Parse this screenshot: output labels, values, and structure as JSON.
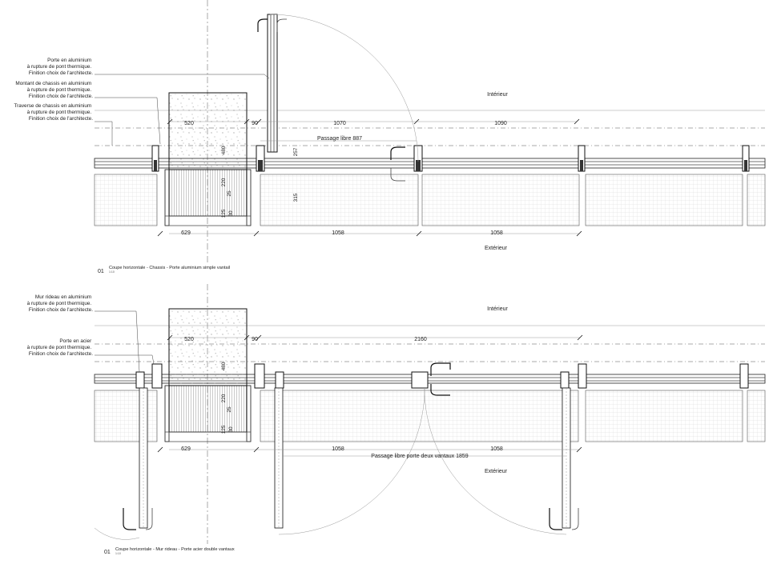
{
  "plan1": {
    "labels": {
      "door": [
        "Porte en aluminium",
        "à rupture de pont thermique.",
        "Finition choix de l'architecte."
      ],
      "mullion": [
        "Montant de chassis en aluminium",
        "à rupture de pont thermique.",
        "Finition choix de l'architecte."
      ],
      "transom": [
        "Traverse de chassis en aluminium",
        "à rupture de pont thermique.",
        "Finition choix de l'architecte."
      ]
    },
    "zones": {
      "interior": "Intérieur",
      "exterior": "Extérieur"
    },
    "dims": {
      "col_width": "520",
      "gap": "90",
      "bay1": "1070",
      "bay2": "1090",
      "clear_passage": "Passage libre 887",
      "col_depth": "480",
      "door_offset": "257",
      "wall_depth": "315",
      "d220": "220",
      "d25": "25",
      "d125": "125",
      "d30": "30",
      "bottom_left": "629",
      "bottom_bay1": "1058",
      "bottom_bay2": "1058"
    },
    "title": {
      "number": "01",
      "text": "Coupe horizontale - Chassis - Porte aluminium simple vantail",
      "scale": "1:10"
    }
  },
  "plan2": {
    "labels": {
      "curtain_wall": [
        "Mur rideau en aluminium",
        "à rupture de pont thermique.",
        "Finition choix de l'architecte."
      ],
      "steel_door": [
        "Porte en acier",
        "à rupture de pont thermique.",
        "Finition choix de l'architecte."
      ]
    },
    "zones": {
      "interior": "Intérieur",
      "exterior": "Extérieur"
    },
    "dims": {
      "col_width": "520",
      "gap": "90",
      "opening": "2160",
      "col_depth": "480",
      "d220": "220",
      "d25": "25",
      "d125": "125",
      "d30": "30",
      "bottom_left": "629",
      "bottom_bay1": "1058",
      "bottom_bay2": "1058",
      "clear_passage": "Passage libre porte deux vantaux 1859"
    },
    "title": {
      "number": "01",
      "text": "Coupe horizontale - Mur rideau - Porte acier double vantaux",
      "scale": "1:10"
    }
  },
  "colors": {
    "line": "#111111",
    "hatch": "#bfbfbf",
    "text": "#222222"
  }
}
